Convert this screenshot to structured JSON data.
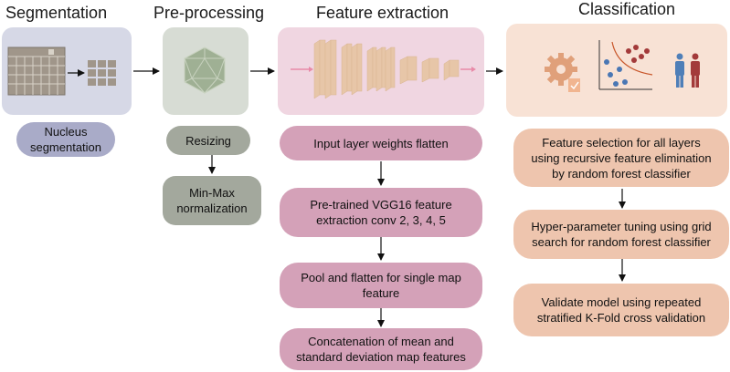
{
  "stages": {
    "segmentation": "Segmentation",
    "preprocessing": "Pre-processing",
    "feature_extraction": "Feature extraction",
    "classification": "Classification"
  },
  "segmentation_steps": [
    "Nucleus\nsegmentation"
  ],
  "preprocessing_steps": [
    "Resizing",
    "Min-Max\nnormalization"
  ],
  "feature_steps": [
    "Input layer weights flatten",
    "Pre-trained VGG16 feature\nextraction conv 2, 3, 4, 5",
    "Pool and flatten for single map\nfeature",
    "Concatenation of mean and\nstandard deviation map features"
  ],
  "classification_steps": [
    "Feature selection for all layers\nusing recursive feature elimination\nby random forest classifier",
    "Hyper-parameter tuning using grid\nsearch for random forest classifier",
    "Validate model using repeated\nstratified K-Fold cross validation"
  ],
  "colors": {
    "seg_panel": "#d6d8e6",
    "seg_pill": "#a9abc8",
    "pre_panel": "#d7dcd4",
    "pre_pill": "#a3a89d",
    "feat_panel": "#f0d6e1",
    "feat_pill": "#d4a1b8",
    "class_panel": "#f8e2d5",
    "class_pill": "#eec5ae"
  },
  "icons": [
    "calendar-grid-icon",
    "small-grid-icon",
    "icosahedron-icon",
    "cnn-layers-icon",
    "gear-icon",
    "scatter-plot-icon",
    "people-icon"
  ]
}
